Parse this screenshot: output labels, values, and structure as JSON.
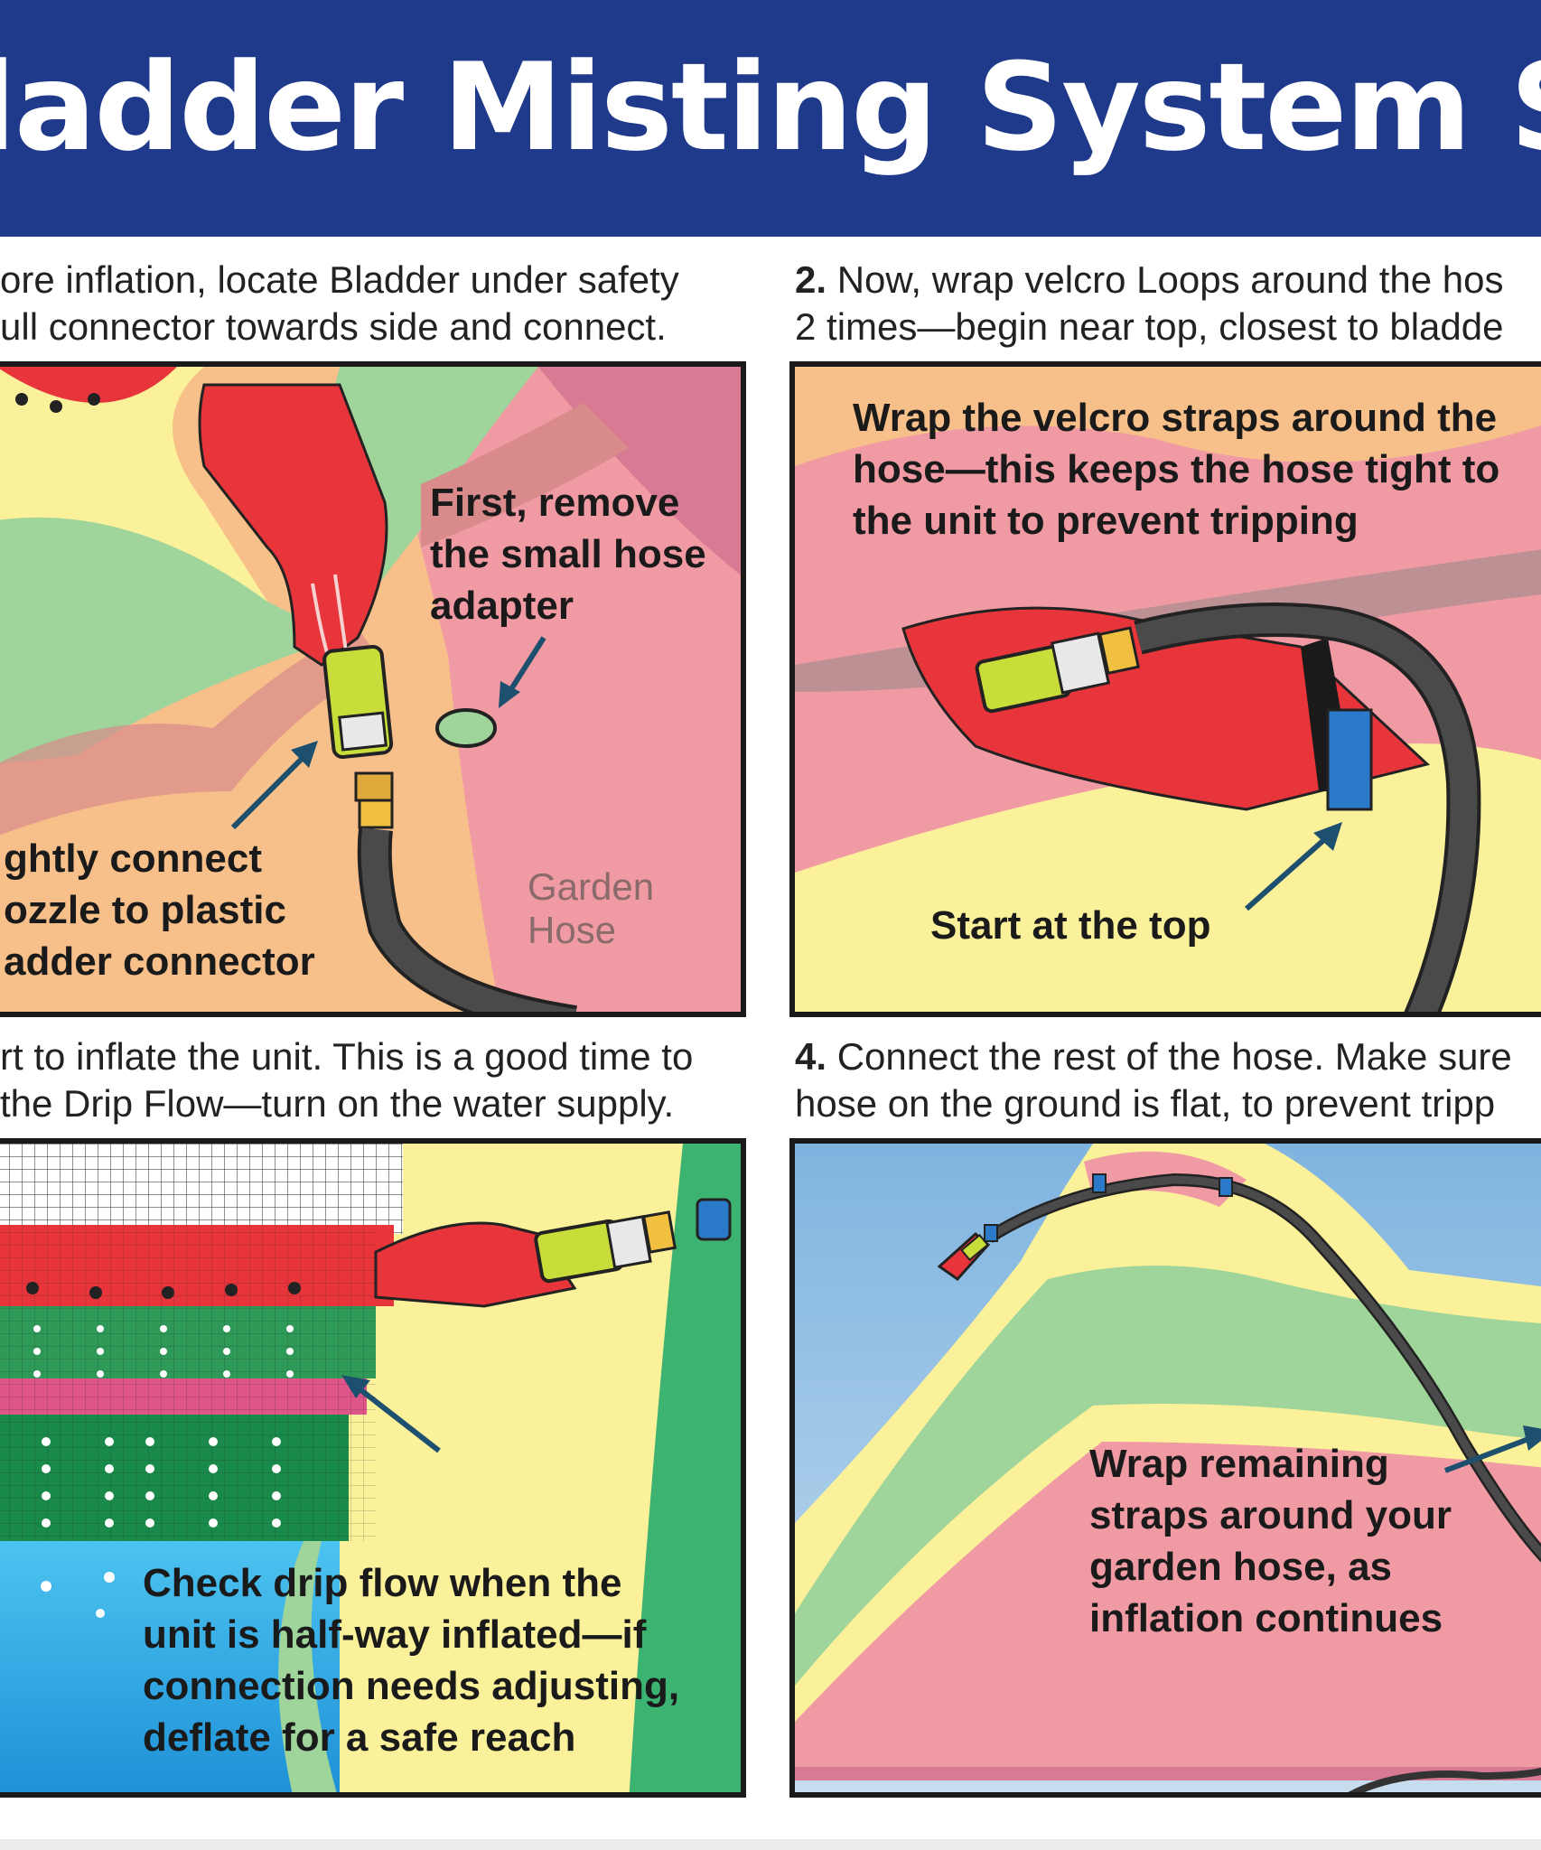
{
  "title": "ladder Misting System Set-u",
  "steps": [
    {
      "line1": "ore inflation, locate Bladder under safety",
      "line2": "ull connector towards side and connect.",
      "annotations": {
        "remove_adapter": [
          "First, remove",
          "the small hose",
          "adapter"
        ],
        "connect_nozzle": [
          "ghtly connect",
          "ozzle to plastic",
          "adder connector"
        ],
        "garden_hose": [
          "Garden",
          "Hose"
        ]
      }
    },
    {
      "number": "2.",
      "line1": " Now, wrap velcro Loops around the hos",
      "line2": "2 times—begin near top, closest to bladde",
      "annotations": {
        "wrap_straps": [
          "Wrap the velcro straps around the",
          "hose—this keeps the hose tight to",
          "the unit to prevent tripping"
        ],
        "start_top": "Start at the top"
      }
    },
    {
      "line1": "rt to inflate the unit. This is a good time to",
      "line2": "the Drip Flow—turn on the water supply.",
      "annotations": {
        "check_drip": [
          "Check drip flow when the",
          "unit is half-way inflated—if",
          "connection needs adjusting,",
          "deflate for a safe reach"
        ]
      }
    },
    {
      "number": "4.",
      "line1": " Connect the rest of the hose. Make sure",
      "line2": "hose on the ground is flat, to prevent tripp",
      "annotations": {
        "wrap_remaining": [
          "Wrap remaining",
          "straps around your",
          "garden hose, as",
          "inflation continues"
        ]
      }
    }
  ],
  "colors": {
    "banner": "#1f3a8a",
    "bladder_red": "#e8353b",
    "hose_gray": "#4a4a4a",
    "connector_green": "#c8dc3a",
    "arrow": "#1d4f6e",
    "pink": "#ef98a2",
    "yellow": "#fbf19a",
    "green": "#9fd49a"
  }
}
